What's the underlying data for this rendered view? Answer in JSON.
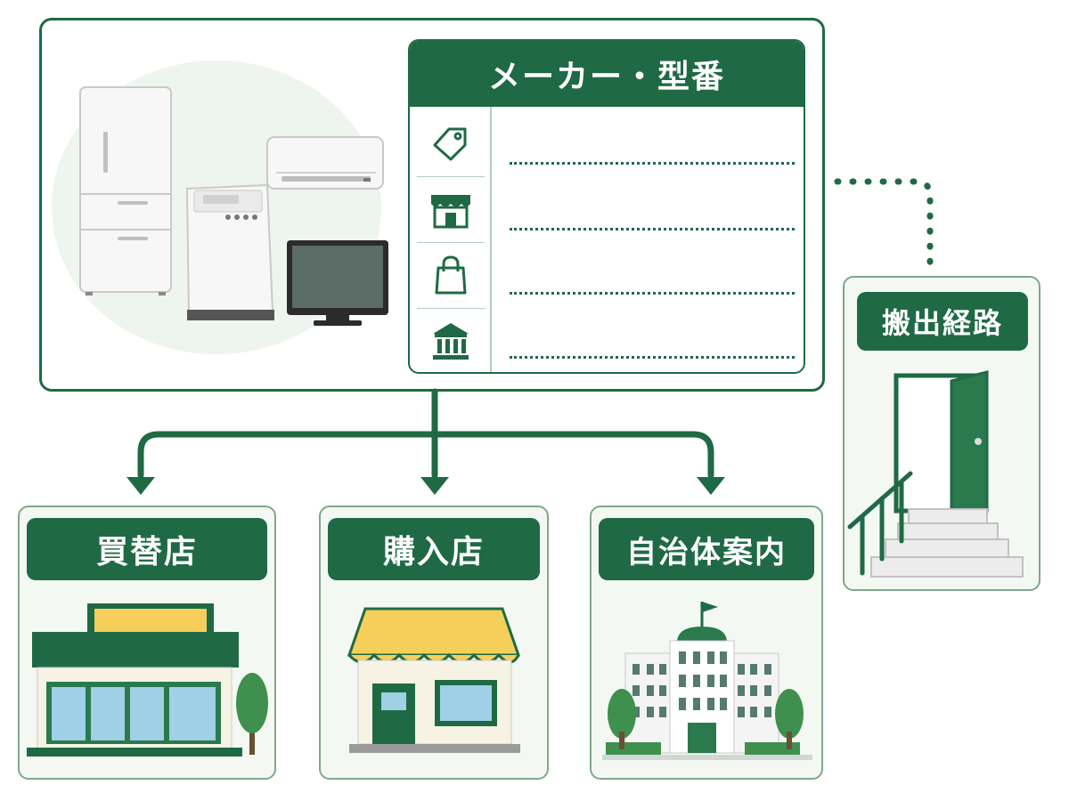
{
  "form": {
    "title": "メーカー・型番"
  },
  "route": {
    "label": "搬出経路"
  },
  "destinations": [
    {
      "label": "買替店"
    },
    {
      "label": "購入店"
    },
    {
      "label": "自治体案内"
    }
  ],
  "icons": {
    "form_rows": [
      "price-tag-icon",
      "storefront-icon",
      "shopping-bag-icon",
      "bank-icon"
    ]
  },
  "colors": {
    "primary_green": "#1f6a44",
    "soft_green_bg": "#f4f8f3",
    "awning_yellow": "#f5cf5a"
  }
}
